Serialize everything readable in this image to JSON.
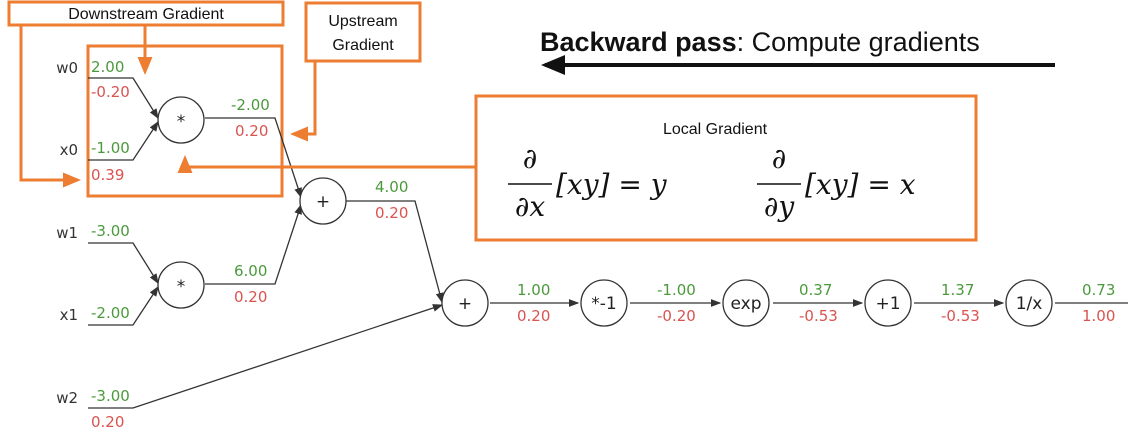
{
  "title": {
    "bold": "Backward pass",
    "rest": ": Compute gradients"
  },
  "callouts": {
    "downstream": "Downstream Gradient",
    "upstream_line1": "Upstream",
    "upstream_line2": "Gradient",
    "local": "Local Gradient"
  },
  "formulas": {
    "dx": {
      "num": "∂",
      "den": "∂x",
      "expr": "[xy] = y"
    },
    "dy": {
      "num": "∂",
      "den": "∂y",
      "expr": "[xy] = x"
    }
  },
  "inputs": [
    {
      "name": "w0",
      "value": "2.00",
      "grad": "-0.20"
    },
    {
      "name": "x0",
      "value": "-1.00",
      "grad": "0.39"
    },
    {
      "name": "w1",
      "value": "-3.00",
      "grad": ""
    },
    {
      "name": "x1",
      "value": "-2.00",
      "grad": ""
    },
    {
      "name": "w2",
      "value": "-3.00",
      "grad": "0.20"
    }
  ],
  "nodes": [
    {
      "id": "mul0",
      "op": "*",
      "value": "-2.00",
      "grad": "0.20"
    },
    {
      "id": "mul1",
      "op": "*",
      "value": "6.00",
      "grad": "0.20"
    },
    {
      "id": "add0",
      "op": "+",
      "value": "4.00",
      "grad": "0.20"
    },
    {
      "id": "add1",
      "op": "+",
      "value": "1.00",
      "grad": "0.20"
    },
    {
      "id": "neg",
      "op": "*-1",
      "value": "-1.00",
      "grad": "-0.20"
    },
    {
      "id": "exp",
      "op": "exp",
      "value": "0.37",
      "grad": "-0.53"
    },
    {
      "id": "plus1",
      "op": "+1",
      "value": "1.37",
      "grad": "-0.53"
    },
    {
      "id": "recip",
      "op": "1/x",
      "value": "0.73",
      "grad": "1.00"
    }
  ],
  "colors": {
    "forward": "#4a9a3c",
    "backward": "#d9534f",
    "callout": "#ed7d31"
  }
}
